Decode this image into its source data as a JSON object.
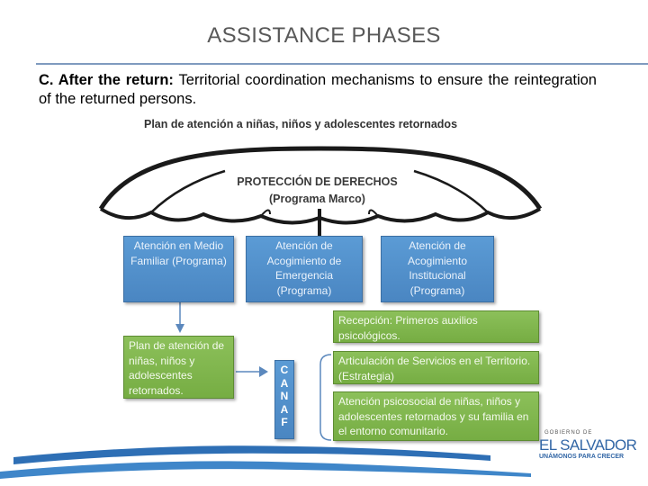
{
  "header": {
    "title": "ASSISTANCE PHASES"
  },
  "intro": {
    "bold": "C. After the return:",
    "text": " Territorial coordination mechanisms to ensure the reintegration of the returned persons."
  },
  "diagram": {
    "title": "Plan de atención a niñas, niños y adolescentes retornados",
    "umbrella_line1": "PROTECCIÓN DE DERECHOS",
    "umbrella_line2": "(Programa Marco)",
    "programs": [
      {
        "text": "Atención en Medio Familiar (Programa)"
      },
      {
        "text": "Atención de Acogimiento de Emergencia (Programa)"
      },
      {
        "text": "Atención de Acogimiento Institucional (Programa)"
      }
    ],
    "plan_box": "Plan de atención de niñas, niños y adolescentes retornados.",
    "canaf_letters": [
      "C",
      "A",
      "N",
      "A",
      "F"
    ],
    "services": [
      {
        "text": "Recepción: Primeros auxilios psicológicos."
      },
      {
        "text": "Articulación de Servicios en el Territorio. (Estrategia)"
      },
      {
        "text": "Atención psicosocial de niñas, niños y adolescentes retornados y su familia en el entorno comunitario."
      }
    ],
    "colors": {
      "blue": "#5b9bd5",
      "green": "#8cc05a",
      "wave": "#2e6fb5"
    }
  },
  "logo": {
    "top": "GOBIERNO DE",
    "main": "EL SALVADOR",
    "sub": "UNÁMONOS PARA CRECER"
  }
}
